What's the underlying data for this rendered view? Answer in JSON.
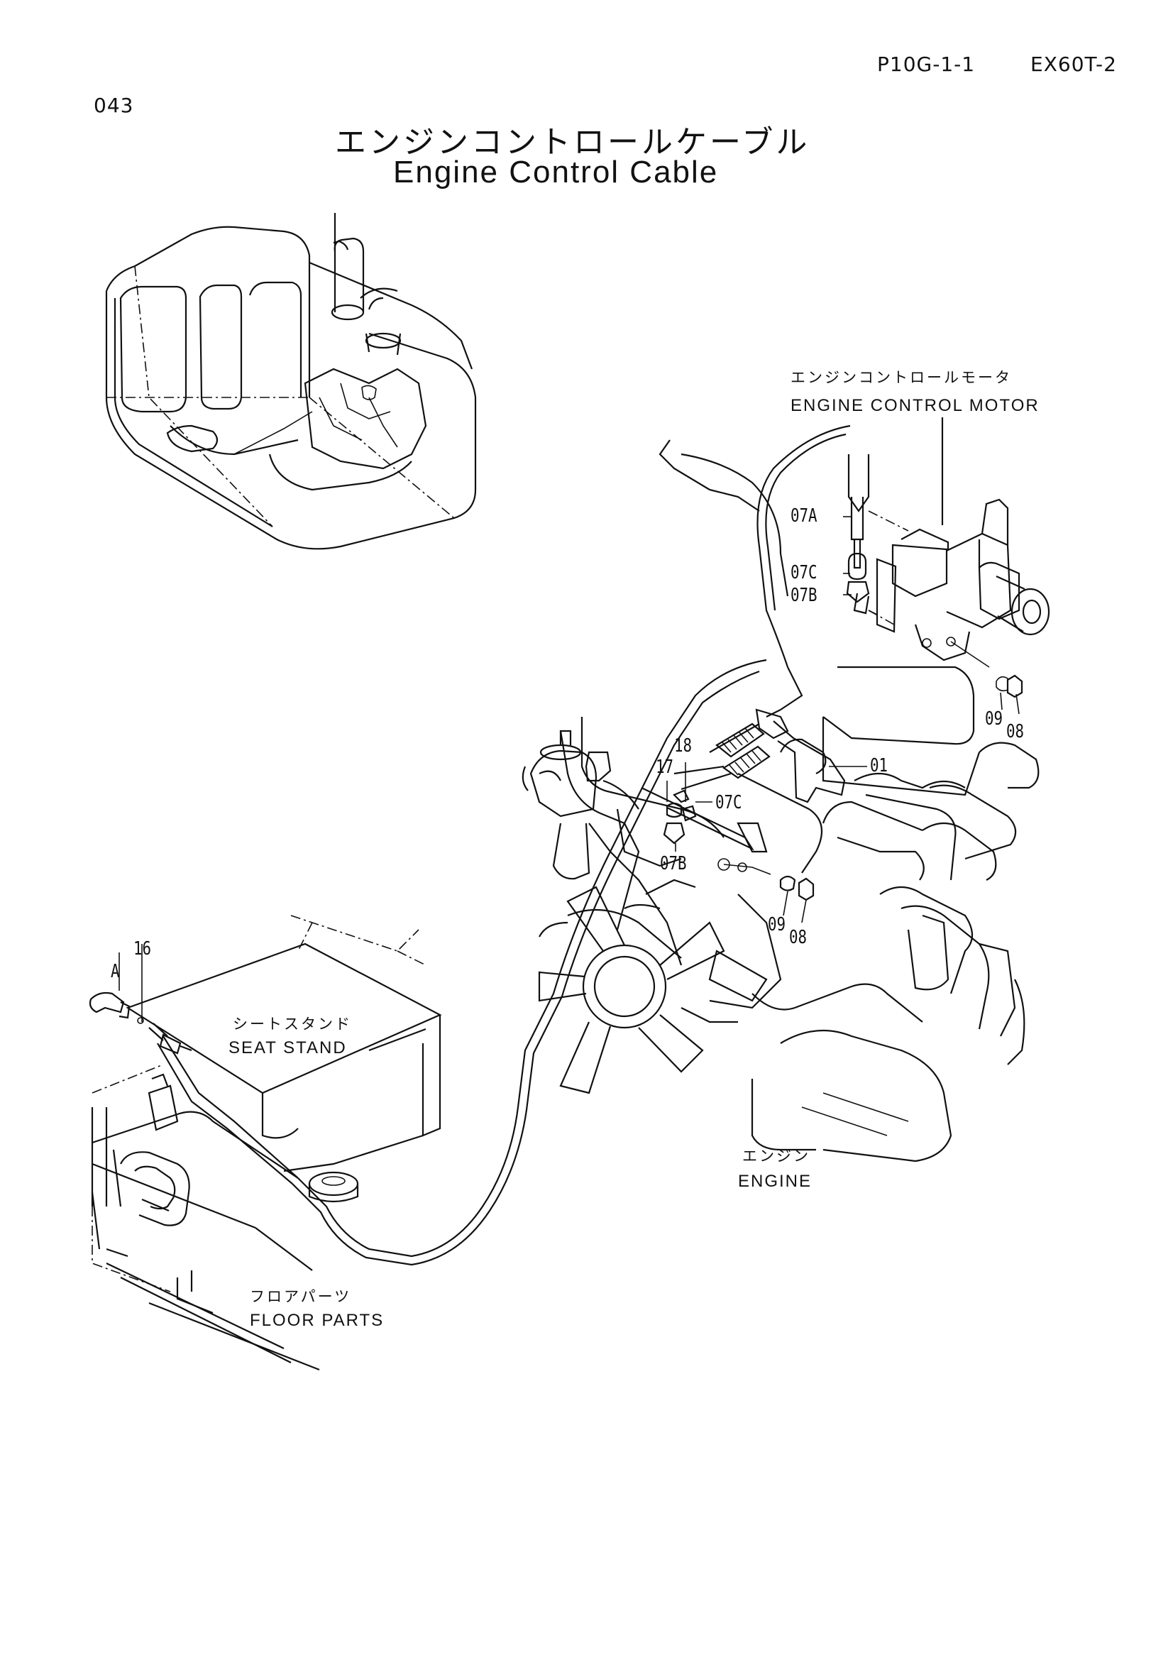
{
  "header": {
    "page_code": "P10G-1-1",
    "model": "EX60T-2",
    "figure_no": "043"
  },
  "title": {
    "japanese": "エンジンコントロールケーブル",
    "english": "Engine Control Cable"
  },
  "labels": {
    "engine_control_motor_jp": "エンジンコントロールモータ",
    "engine_control_motor_en": "ENGINE  CONTROL  MOTOR",
    "seat_stand_jp": "シートスタンド",
    "seat_stand_en": "SEAT  STAND",
    "engine_jp": "エンジン",
    "engine_en": "ENGINE",
    "floor_parts_jp": "フロアパーツ",
    "floor_parts_en": "FLOOR  PARTS"
  },
  "callouts": {
    "c07A": "07A",
    "c07C_top": "07C",
    "c07B_top": "07B",
    "c09_top": "09",
    "c08_top": "08",
    "c01": "01",
    "c18": "18",
    "c17": "17",
    "c07C_mid": "07C",
    "c07B_mid": "07B",
    "c09_mid": "09",
    "c08_mid": "08",
    "c16": "16",
    "cA": "A"
  }
}
